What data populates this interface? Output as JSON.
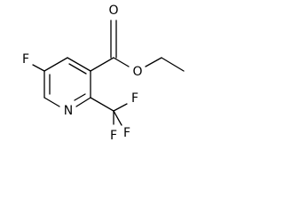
{
  "atoms": {
    "n1": "N",
    "o_carbonyl": "O",
    "o_ester": "O",
    "f_ring": "F",
    "f_cf3_a": "F",
    "f_cf3_b": "F",
    "f_cf3_c": "F"
  }
}
